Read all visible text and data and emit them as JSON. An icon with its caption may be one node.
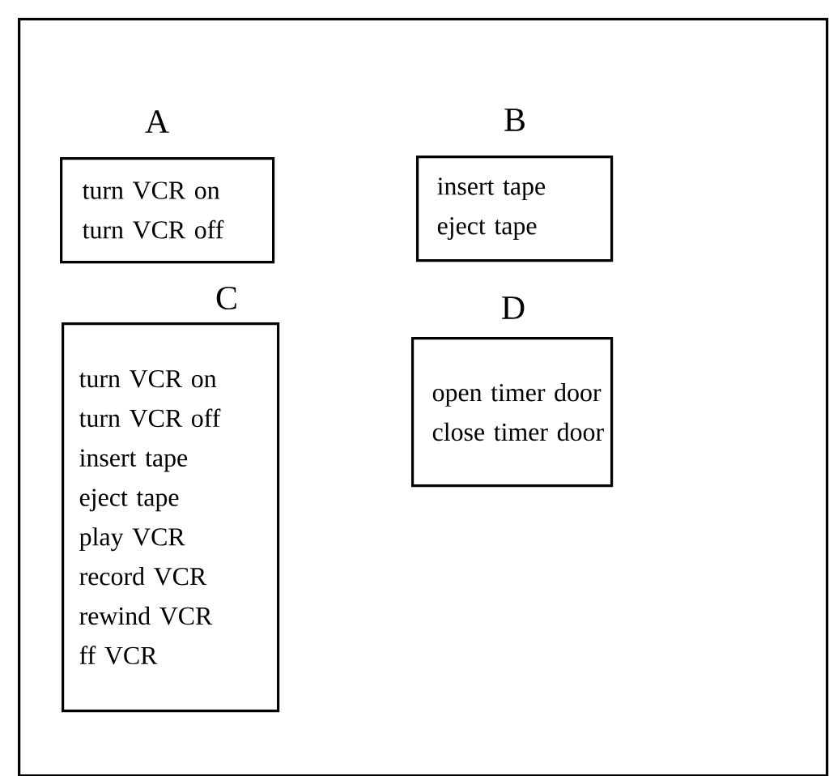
{
  "diagram": {
    "nodes": [
      {
        "text": [],
        "shape": "box"
      },
      {
        "text": [
          "A",
          "turn VCR on",
          "turn VCR off"
        ],
        "in": 0
      },
      {
        "text": [
          "B",
          "insert tape",
          "eject tape"
        ],
        "in": 0
      },
      {
        "text": [
          "C",
          "turn VCR on",
          "turn VCR off",
          "insert tape",
          "eject tape",
          "play VCR",
          "record VCR",
          "rewind VCR",
          "ff  VCR"
        ],
        "in": 0
      },
      {
        "text": [
          "D",
          "open timer door",
          "close timer door"
        ],
        "in": 0
      }
    ]
  }
}
